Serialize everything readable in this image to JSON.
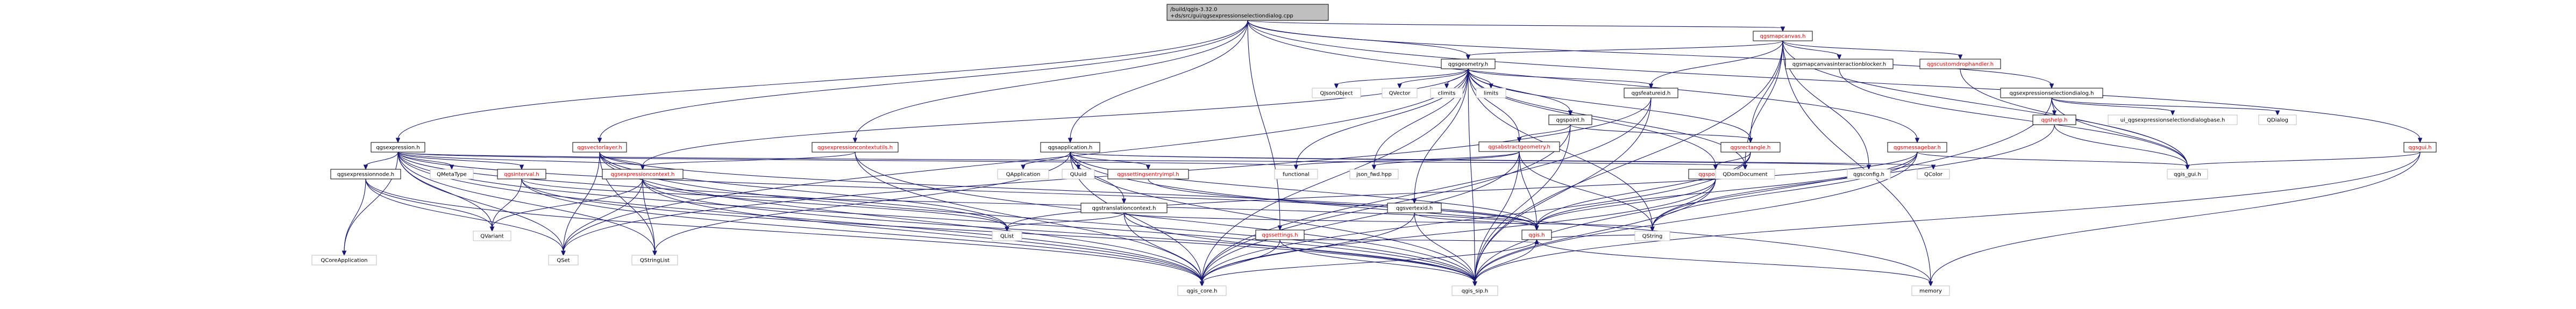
{
  "diagram": {
    "title": "",
    "colors": {
      "edge": "#191970",
      "root_fill": "#bfbfbf",
      "node_fill": "#ffffff",
      "node_border_linked": "#000000",
      "node_border_external": "#bfbfbf",
      "label_default": "#000000",
      "label_red": "#ff0000"
    },
    "nodes": [
      {
        "id": "root",
        "lines": [
          "/build/qgis-3.32.0",
          "+ds/src/gui/qgsexpressionselectiondialog.cpp"
        ],
        "kind": "root",
        "red": false
      },
      {
        "id": "mapcanvas",
        "lines": [
          "qgsmapcanvas.h"
        ],
        "kind": "linked",
        "red": true
      },
      {
        "id": "expression",
        "lines": [
          "qgsexpression.h"
        ],
        "kind": "linked",
        "red": false
      },
      {
        "id": "vectorlayer",
        "lines": [
          "qgsvectorlayer.h"
        ],
        "kind": "linked",
        "red": true
      },
      {
        "id": "exprcontextutils",
        "lines": [
          "qgsexpressioncontextutils.h"
        ],
        "kind": "linked",
        "red": true
      },
      {
        "id": "application",
        "lines": [
          "qgsapplication.h"
        ],
        "kind": "linked",
        "red": false
      },
      {
        "id": "geometry",
        "lines": [
          "qgsgeometry.h"
        ],
        "kind": "linked",
        "red": false
      },
      {
        "id": "exprseldialog",
        "lines": [
          "qgsexpressionselectiondialog.h"
        ],
        "kind": "linked",
        "red": false
      },
      {
        "id": "qgsgui",
        "lines": [
          "qgsgui.h"
        ],
        "kind": "linked",
        "red": true
      },
      {
        "id": "mcinteractionblocker",
        "lines": [
          "qgsmapcanvasinteractionblocker.h"
        ],
        "kind": "linked",
        "red": false
      },
      {
        "id": "customdrophandler",
        "lines": [
          "qgscustomdrophandler.h"
        ],
        "kind": "linked",
        "red": true
      },
      {
        "id": "featureid",
        "lines": [
          "qgsfeatureid.h"
        ],
        "kind": "linked",
        "red": false
      },
      {
        "id": "point",
        "lines": [
          "qgspoint.h"
        ],
        "kind": "linked",
        "red": false
      },
      {
        "id": "messagebar",
        "lines": [
          "qgsmessagebar.h"
        ],
        "kind": "linked",
        "red": true
      },
      {
        "id": "qgshelp",
        "lines": [
          "qgshelp.h"
        ],
        "kind": "linked",
        "red": true
      },
      {
        "id": "uiexprselbase",
        "lines": [
          "ui_qgsexpressionselectiondialogbase.h"
        ],
        "kind": "hdr",
        "red": false
      },
      {
        "id": "qdialog",
        "lines": [
          "QDialog"
        ],
        "kind": "hdr",
        "red": false
      },
      {
        "id": "exprnode",
        "lines": [
          "qgsexpressionnode.h"
        ],
        "kind": "linked",
        "red": false
      },
      {
        "id": "qmetatype",
        "lines": [
          "QMetaType"
        ],
        "kind": "hdr",
        "red": false
      },
      {
        "id": "interval",
        "lines": [
          "qgsinterval.h"
        ],
        "kind": "linked",
        "red": true
      },
      {
        "id": "exprcontext",
        "lines": [
          "qgsexpressioncontext.h"
        ],
        "kind": "linked",
        "red": true
      },
      {
        "id": "qapplication",
        "lines": [
          "QApplication"
        ],
        "kind": "hdr",
        "red": false
      },
      {
        "id": "quuid",
        "lines": [
          "QUuid"
        ],
        "kind": "hdr",
        "red": false
      },
      {
        "id": "settingsentryimpl",
        "lines": [
          "qgssettingsentryimpl.h"
        ],
        "kind": "linked",
        "red": true
      },
      {
        "id": "translationcontext",
        "lines": [
          "qgstranslationcontext.h"
        ],
        "kind": "linked",
        "red": false
      },
      {
        "id": "functional",
        "lines": [
          "functional"
        ],
        "kind": "hdr",
        "red": false
      },
      {
        "id": "qjsonobject",
        "lines": [
          "QJsonObject"
        ],
        "kind": "hdr",
        "red": false
      },
      {
        "id": "qvector",
        "lines": [
          "QVector"
        ],
        "kind": "hdr",
        "red": false
      },
      {
        "id": "climits",
        "lines": [
          "climits"
        ],
        "kind": "hdr",
        "red": false
      },
      {
        "id": "limits",
        "lines": [
          "limits"
        ],
        "kind": "hdr",
        "red": false
      },
      {
        "id": "abstractgeometry",
        "lines": [
          "qgsabstractgeometry.h"
        ],
        "kind": "linked",
        "red": true
      },
      {
        "id": "rectangle",
        "lines": [
          "qgsrectangle.h"
        ],
        "kind": "linked",
        "red": true
      },
      {
        "id": "pointxy",
        "lines": [
          "qgspointxy.h"
        ],
        "kind": "linked",
        "red": true
      },
      {
        "id": "vertexid",
        "lines": [
          "qgsvertexid.h"
        ],
        "kind": "linked",
        "red": false
      },
      {
        "id": "jsonfwd",
        "lines": [
          "json_fwd.hpp"
        ],
        "kind": "hdr",
        "red": false
      },
      {
        "id": "qdomdocument",
        "lines": [
          "QDomDocument"
        ],
        "kind": "hdr",
        "red": false
      },
      {
        "id": "qgsconfig",
        "lines": [
          "qgsconfig.h"
        ],
        "kind": "hdr",
        "red": false
      },
      {
        "id": "qcolor",
        "lines": [
          "QColor"
        ],
        "kind": "hdr",
        "red": false
      },
      {
        "id": "qgsgui_h",
        "lines": [
          "qgis_gui.h"
        ],
        "kind": "hdr",
        "red": false
      },
      {
        "id": "qcoreapplication",
        "lines": [
          "QCoreApplication"
        ],
        "kind": "hdr",
        "red": false
      },
      {
        "id": "qvariant",
        "lines": [
          "QVariant"
        ],
        "kind": "hdr",
        "red": false
      },
      {
        "id": "qset",
        "lines": [
          "QSet"
        ],
        "kind": "hdr",
        "red": false
      },
      {
        "id": "qstringlist",
        "lines": [
          "QStringList"
        ],
        "kind": "hdr",
        "red": false
      },
      {
        "id": "qlist",
        "lines": [
          "QList"
        ],
        "kind": "hdr",
        "red": false
      },
      {
        "id": "qgis",
        "lines": [
          "qgis.h"
        ],
        "kind": "linked",
        "red": true
      },
      {
        "id": "qstring",
        "lines": [
          "QString"
        ],
        "kind": "hdr",
        "red": false
      },
      {
        "id": "settings",
        "lines": [
          "qgssettings.h"
        ],
        "kind": "linked",
        "red": true
      },
      {
        "id": "qgiscore",
        "lines": [
          "qgis_core.h"
        ],
        "kind": "hdr",
        "red": false
      },
      {
        "id": "qgissip",
        "lines": [
          "qgis_sip.h"
        ],
        "kind": "hdr",
        "red": false
      },
      {
        "id": "memory",
        "lines": [
          "memory"
        ],
        "kind": "hdr",
        "red": false
      }
    ],
    "edges": [
      [
        "root",
        "mapcanvas"
      ],
      [
        "root",
        "expression"
      ],
      [
        "root",
        "vectorlayer"
      ],
      [
        "root",
        "exprcontextutils"
      ],
      [
        "root",
        "application"
      ],
      [
        "root",
        "geometry"
      ],
      [
        "root",
        "exprseldialog"
      ],
      [
        "root",
        "qgsgui"
      ],
      [
        "root",
        "settings"
      ],
      [
        "root",
        "messagebar"
      ],
      [
        "mapcanvas",
        "geometry"
      ],
      [
        "mapcanvas",
        "mcinteractionblocker"
      ],
      [
        "mapcanvas",
        "customdrophandler"
      ],
      [
        "mapcanvas",
        "featureid"
      ],
      [
        "mapcanvas",
        "rectangle"
      ],
      [
        "mapcanvas",
        "qdomdocument"
      ],
      [
        "mapcanvas",
        "qgsconfig"
      ],
      [
        "mapcanvas",
        "qgsgui_h"
      ],
      [
        "mapcanvas",
        "qgissip"
      ],
      [
        "mapcanvas",
        "memory"
      ],
      [
        "geometry",
        "qjsonobject"
      ],
      [
        "geometry",
        "qvector"
      ],
      [
        "geometry",
        "climits"
      ],
      [
        "geometry",
        "limits"
      ],
      [
        "geometry",
        "abstractgeometry"
      ],
      [
        "geometry",
        "point"
      ],
      [
        "geometry",
        "featureid"
      ],
      [
        "geometry",
        "rectangle"
      ],
      [
        "geometry",
        "pointxy"
      ],
      [
        "geometry",
        "vertexid"
      ],
      [
        "geometry",
        "functional"
      ],
      [
        "geometry",
        "jsonfwd"
      ],
      [
        "geometry",
        "qdomdocument"
      ],
      [
        "geometry",
        "qset"
      ],
      [
        "geometry",
        "exprcontext"
      ],
      [
        "geometry",
        "qgiscore"
      ],
      [
        "geometry",
        "qgissip"
      ],
      [
        "geometry",
        "qstring"
      ],
      [
        "exprseldialog",
        "uiexprselbase"
      ],
      [
        "exprseldialog",
        "qdialog"
      ],
      [
        "exprseldialog",
        "qgshelp"
      ],
      [
        "exprseldialog",
        "qgsgui_h"
      ],
      [
        "exprseldialog",
        "qgissip"
      ],
      [
        "qgsgui",
        "qgsgui_h"
      ],
      [
        "qgsgui",
        "qgissip"
      ],
      [
        "qgsgui",
        "memory"
      ],
      [
        "mcinteractionblocker",
        "qgsgui_h"
      ],
      [
        "customdrophandler",
        "qgsgui_h"
      ],
      [
        "featureid",
        "qset"
      ],
      [
        "featureid",
        "qgiscore"
      ],
      [
        "featureid",
        "qgissip"
      ],
      [
        "point",
        "abstractgeometry"
      ],
      [
        "point",
        "rectangle"
      ],
      [
        "point",
        "qgiscore"
      ],
      [
        "point",
        "qgissip"
      ],
      [
        "messagebar",
        "qgsgui_h"
      ],
      [
        "messagebar",
        "qgis"
      ],
      [
        "messagebar",
        "qstring"
      ],
      [
        "messagebar",
        "qgissip"
      ],
      [
        "messagebar",
        "qlist"
      ],
      [
        "qgshelp",
        "qgsgui_h"
      ],
      [
        "qgshelp",
        "qstring"
      ],
      [
        "expression",
        "exprnode"
      ],
      [
        "expression",
        "qmetatype"
      ],
      [
        "expression",
        "interval"
      ],
      [
        "expression",
        "exprcontext"
      ],
      [
        "expression",
        "qset"
      ],
      [
        "expression",
        "qstringlist"
      ],
      [
        "expression",
        "qcoreapplication"
      ],
      [
        "expression",
        "qvariant"
      ],
      [
        "expression",
        "qlist"
      ],
      [
        "expression",
        "qgis"
      ],
      [
        "expression",
        "qgiscore"
      ],
      [
        "expression",
        "qgissip"
      ],
      [
        "expression",
        "qdomdocument"
      ],
      [
        "expression",
        "functional"
      ],
      [
        "vectorlayer",
        "exprcontext"
      ],
      [
        "vectorlayer",
        "qset"
      ],
      [
        "vectorlayer",
        "qstringlist"
      ],
      [
        "vectorlayer",
        "qgiscore"
      ],
      [
        "vectorlayer",
        "qgissip"
      ],
      [
        "vectorlayer",
        "qgis"
      ],
      [
        "vectorlayer",
        "qlist"
      ],
      [
        "exprcontextutils",
        "exprcontext"
      ],
      [
        "exprcontextutils",
        "qgiscore"
      ],
      [
        "exprcontextutils",
        "qgissip"
      ],
      [
        "application",
        "qapplication"
      ],
      [
        "application",
        "quuid"
      ],
      [
        "application",
        "settingsentryimpl"
      ],
      [
        "application",
        "translationcontext"
      ],
      [
        "application",
        "qstringlist"
      ],
      [
        "application",
        "qgiscore"
      ],
      [
        "application",
        "qgissip"
      ],
      [
        "application",
        "qgsconfig"
      ],
      [
        "application",
        "qcolor"
      ],
      [
        "application",
        "memory"
      ],
      [
        "application",
        "qgis"
      ],
      [
        "exprnode",
        "qcoreapplication"
      ],
      [
        "exprnode",
        "qvariant"
      ],
      [
        "exprnode",
        "qset"
      ],
      [
        "exprnode",
        "qgiscore"
      ],
      [
        "interval",
        "qvariant"
      ],
      [
        "interval",
        "qgis"
      ],
      [
        "interval",
        "qgiscore"
      ],
      [
        "interval",
        "qgissip"
      ],
      [
        "exprcontext",
        "qvariant"
      ],
      [
        "exprcontext",
        "qset"
      ],
      [
        "exprcontext",
        "qstringlist"
      ],
      [
        "exprcontext",
        "qgiscore"
      ],
      [
        "exprcontext",
        "qgissip"
      ],
      [
        "exprcontext",
        "qlist"
      ],
      [
        "translationcontext",
        "qlist"
      ],
      [
        "translationcontext",
        "qstring"
      ],
      [
        "translationcontext",
        "qgiscore"
      ],
      [
        "translationcontext",
        "qgissip"
      ],
      [
        "abstractgeometry",
        "functional"
      ],
      [
        "abstractgeometry",
        "jsonfwd"
      ],
      [
        "abstractgeometry",
        "qstring"
      ],
      [
        "abstractgeometry",
        "qgis"
      ],
      [
        "abstractgeometry",
        "qgiscore"
      ],
      [
        "abstractgeometry",
        "qgissip"
      ],
      [
        "rectangle",
        "pointxy"
      ],
      [
        "rectangle",
        "qdomdocument"
      ],
      [
        "rectangle",
        "qgiscore"
      ],
      [
        "rectangle",
        "qgis"
      ],
      [
        "pointxy",
        "qgis"
      ],
      [
        "pointxy",
        "qstring"
      ],
      [
        "pointxy",
        "qgiscore"
      ],
      [
        "pointxy",
        "qgissip"
      ],
      [
        "vertexid",
        "qgis"
      ],
      [
        "vertexid",
        "qgiscore"
      ],
      [
        "vertexid",
        "qgissip"
      ],
      [
        "settings",
        "qgis"
      ],
      [
        "settings",
        "qgiscore"
      ],
      [
        "settings",
        "qgissip"
      ],
      [
        "settingsentryimpl",
        "qgis"
      ],
      [
        "qgis",
        "qgiscore"
      ],
      [
        "qgis",
        "qgissip"
      ],
      [
        "qgis",
        "memory"
      ],
      [
        "qgis",
        "qstring"
      ]
    ]
  }
}
